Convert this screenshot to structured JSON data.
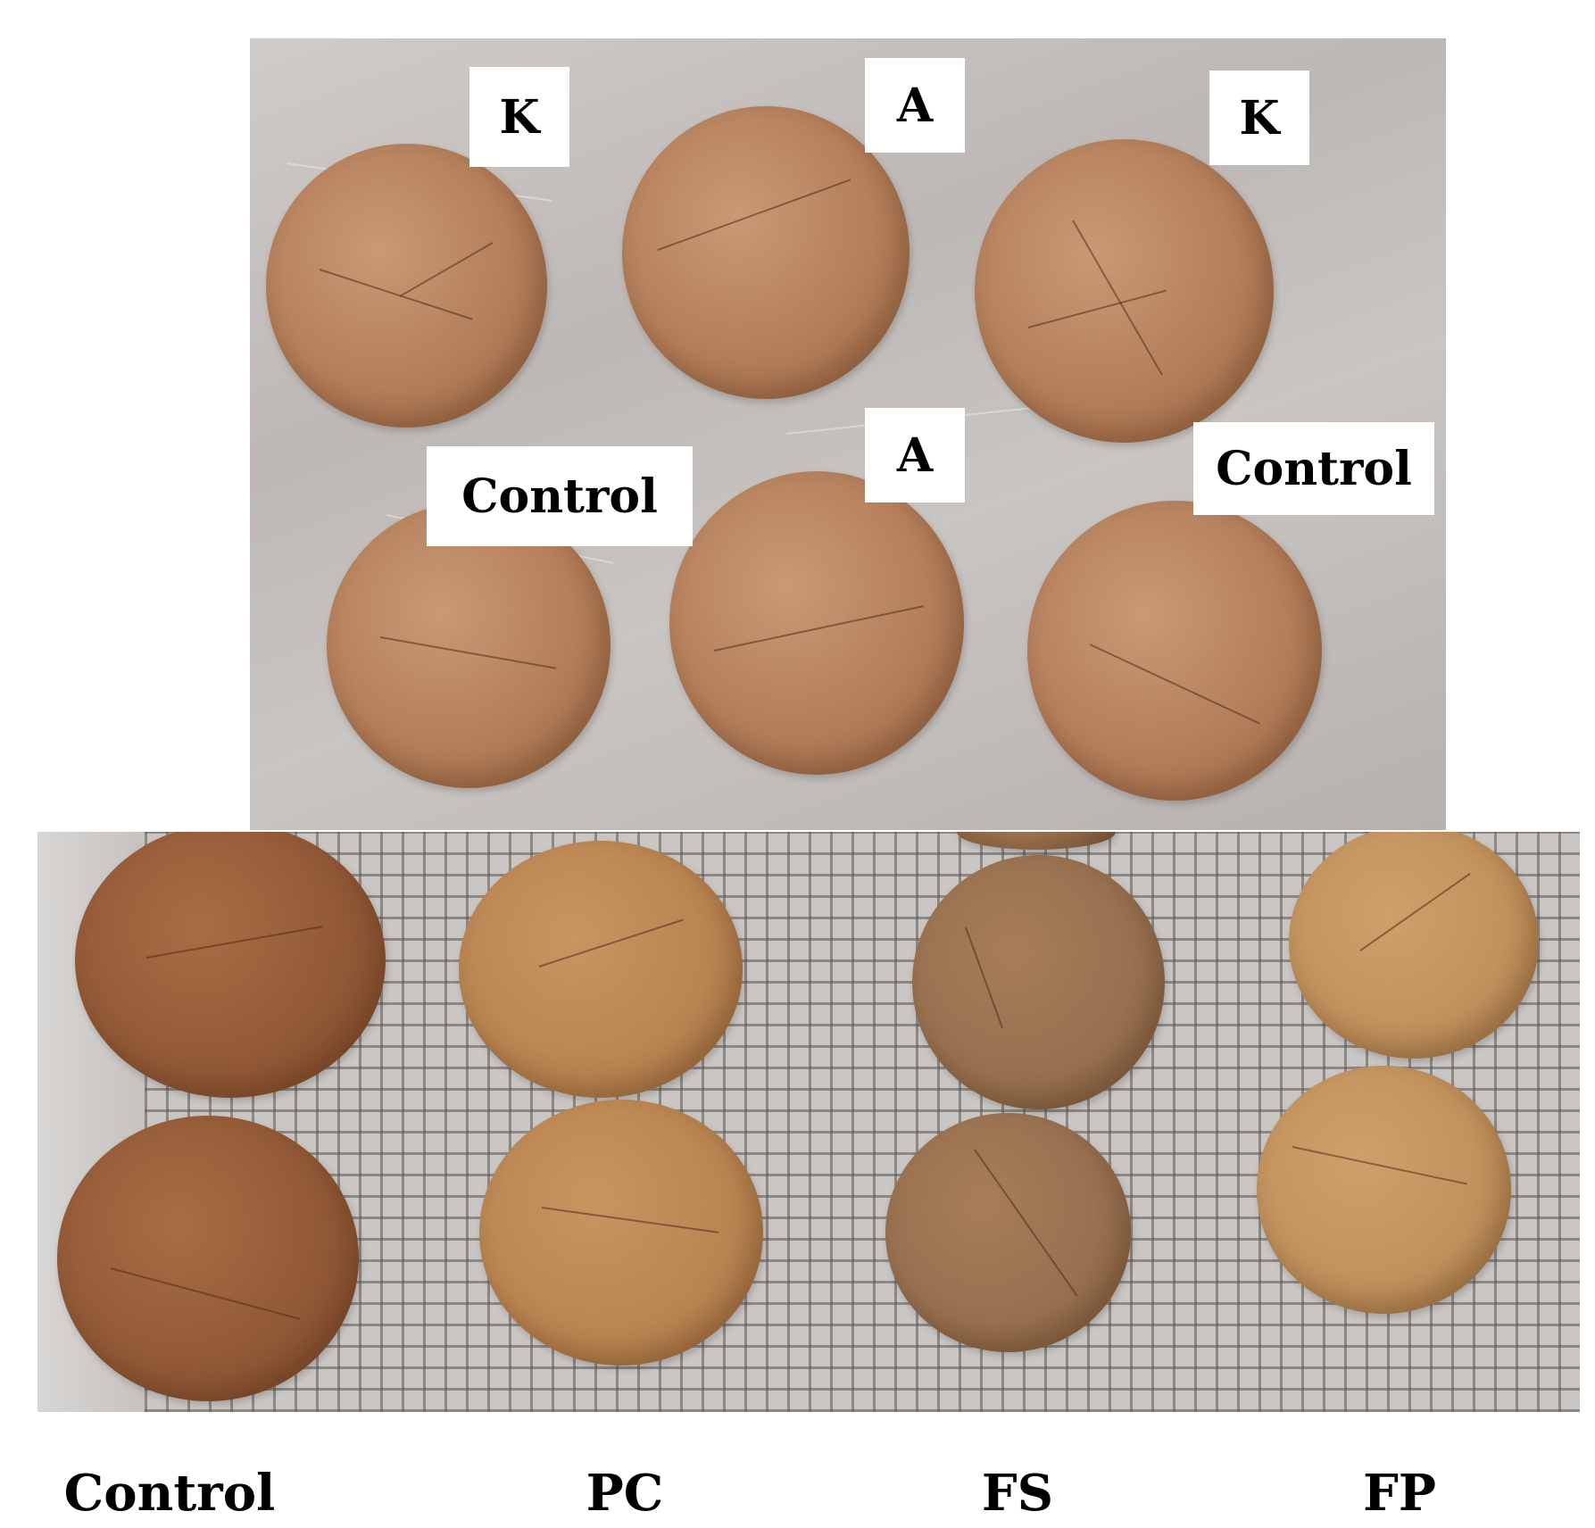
{
  "top_tray": {
    "labels": [
      "K",
      "A",
      "K",
      "Control",
      "A",
      "Control"
    ]
  },
  "bottom_rack": {
    "column_labels": [
      "Control",
      "PC",
      "FS",
      "FP"
    ]
  }
}
